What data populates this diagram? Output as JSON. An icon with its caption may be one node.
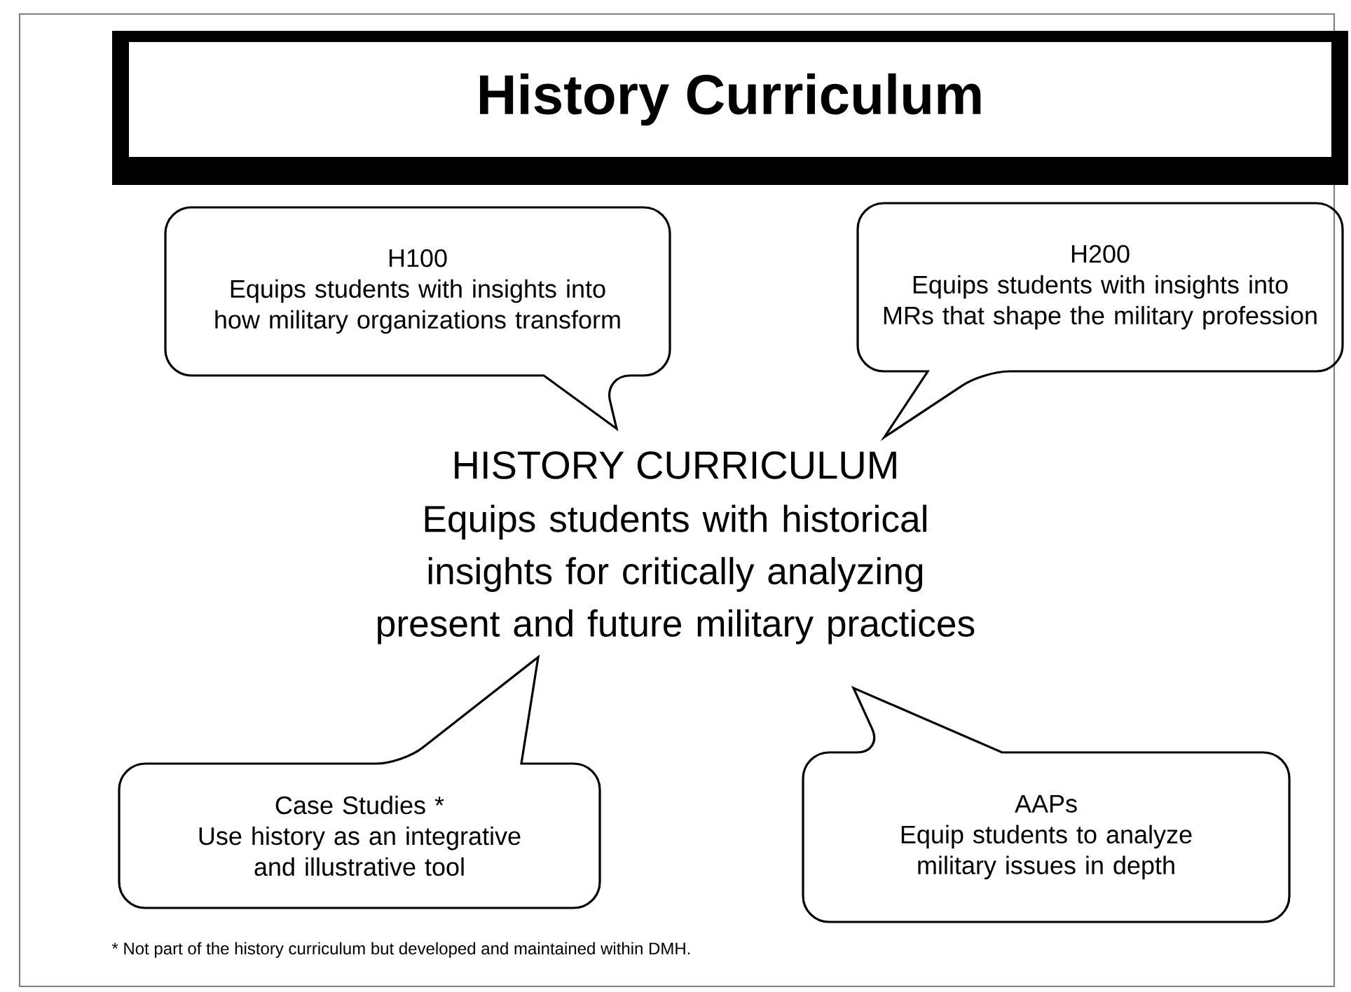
{
  "diagram": {
    "title": "History Curriculum",
    "nodes": [
      {
        "text": [
          "H100",
          "Equips students with insights into how military organizations transform"
        ]
      },
      {
        "text": [
          "H200",
          "Equips students with insights into MRs that shape the military profession"
        ]
      },
      {
        "text": [
          "Case Studies *",
          "Use history as an integrative and illustrative tool"
        ]
      },
      {
        "text": [
          "AAPs",
          "Equip students to analyze military issues in depth"
        ]
      }
    ],
    "labels": [
      "HISTORY CURRICULUM",
      "Equips students with historical insights for critically analyzing present and future military practices",
      "* Not part of the history curriculum but developed and maintained within DMH."
    ]
  }
}
